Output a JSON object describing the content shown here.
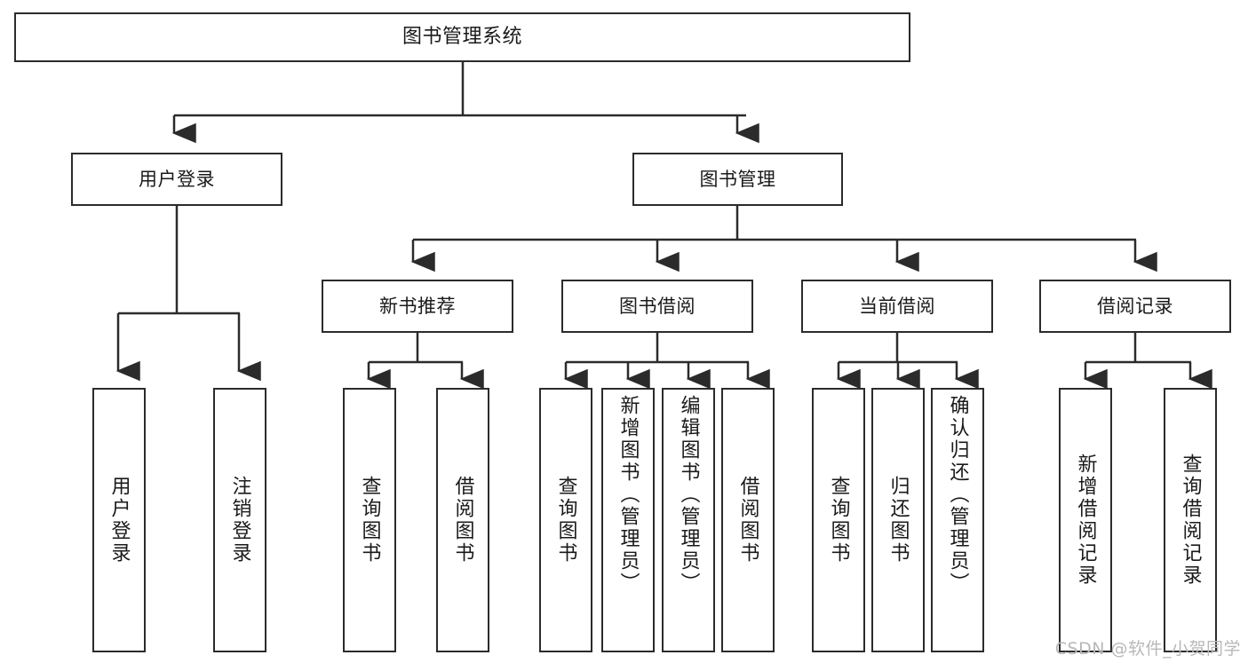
{
  "diagram": {
    "type": "tree",
    "title": "图书管理系统",
    "watermark": "CSDN @软件_小贺同学",
    "colors": {
      "stroke": "#2b2b2b",
      "fill": "#ffffff",
      "text": "#1a1a1a",
      "watermark": "#b8b8b8"
    },
    "nodes": {
      "root": {
        "label": "图书管理系统"
      },
      "level1": [
        {
          "id": "user-login",
          "label": "用户登录"
        },
        {
          "id": "book-manage",
          "label": "图书管理"
        }
      ],
      "level2": [
        {
          "id": "new-book-rec",
          "label": "新书推荐"
        },
        {
          "id": "book-borrow",
          "label": "图书借阅"
        },
        {
          "id": "current-borrow",
          "label": "当前借阅"
        },
        {
          "id": "borrow-record",
          "label": "借阅记录"
        }
      ],
      "leaves": {
        "user_login": [
          {
            "id": "leaf-user-login",
            "label": "用户登录"
          },
          {
            "id": "leaf-logout",
            "label": "注销登录"
          }
        ],
        "new_book_rec": [
          {
            "id": "leaf-query-book-1",
            "label": "查询图书"
          },
          {
            "id": "leaf-borrow-book-1",
            "label": "借阅图书"
          }
        ],
        "book_borrow": [
          {
            "id": "leaf-query-book-2",
            "label": "查询图书"
          },
          {
            "id": "leaf-add-book",
            "label": "新增图书（管理员）"
          },
          {
            "id": "leaf-edit-book",
            "label": "编辑图书（管理员）"
          },
          {
            "id": "leaf-borrow-book-2",
            "label": "借阅图书"
          }
        ],
        "current_borrow": [
          {
            "id": "leaf-query-book-3",
            "label": "查询图书"
          },
          {
            "id": "leaf-return-book",
            "label": "归还图书"
          },
          {
            "id": "leaf-confirm-return",
            "label": "确认归还（管理员）"
          }
        ],
        "borrow_record": [
          {
            "id": "leaf-add-record",
            "label": "新增借阅记录"
          },
          {
            "id": "leaf-query-record",
            "label": "查询借阅记录"
          }
        ]
      }
    }
  }
}
